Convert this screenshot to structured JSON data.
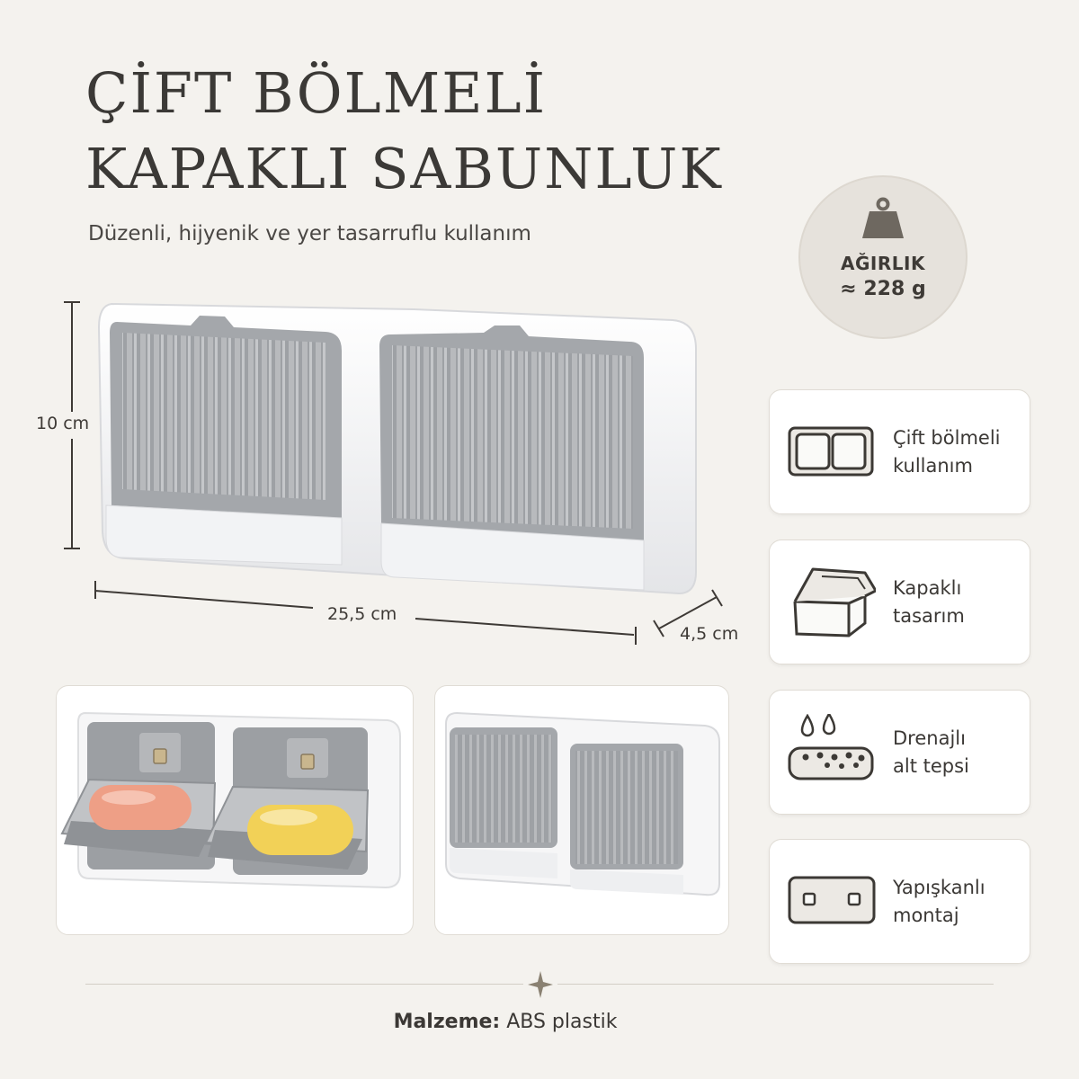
{
  "title": {
    "line1": "ÇİFT BÖLMELİ",
    "line2": "KAPAKLI SABUNLUK"
  },
  "subtitle": "Düzenli, hijyenik ve yer tasarruflu kullanım",
  "weight": {
    "label": "AĞIRLIK",
    "value": "≈ 228 g",
    "icon": "weight-icon"
  },
  "dimensions": {
    "height": "10 cm",
    "width": "25,5 cm",
    "depth": "4,5 cm"
  },
  "features": [
    {
      "line1": "Çift bölmeli",
      "line2": "kullanım",
      "icon": "double-compartment-icon"
    },
    {
      "line1": "Kapaklı",
      "line2": "tasarım",
      "icon": "lidded-box-icon"
    },
    {
      "line1": "Drenajlı",
      "line2": "alt tepsi",
      "icon": "drain-tray-icon"
    },
    {
      "line1": "Yapışkanlı",
      "line2": "montaj",
      "icon": "adhesive-mount-icon"
    }
  ],
  "material": {
    "label": "Malzeme:",
    "value": "ABS plastik"
  },
  "colors": {
    "background": "#f4f2ee",
    "text": "#3b3936",
    "badge": "#e6e2dc",
    "panel_grey": "#a7a9ac",
    "soap_pink": "#ee9f86",
    "soap_yellow": "#f2d157"
  }
}
